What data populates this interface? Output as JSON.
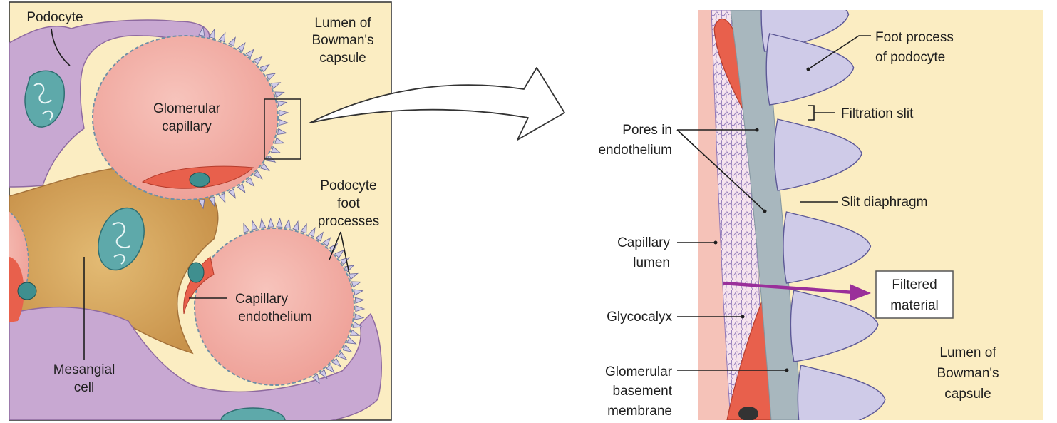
{
  "left_panel": {
    "podocyte": "Podocyte",
    "lumen": [
      "Lumen of",
      "Bowman's",
      "capsule"
    ],
    "glomerular_capillary": [
      "Glomerular",
      "capillary"
    ],
    "podocyte_foot_processes": [
      "Podocyte",
      "foot",
      "processes"
    ],
    "capillary_endothelium": [
      "Capillary",
      "endothelium"
    ],
    "mesangial_cell": [
      "Mesangial",
      "cell"
    ]
  },
  "right_panel": {
    "foot_process": [
      "Foot process",
      "of podocyte"
    ],
    "filtration_slit": "Filtration slit",
    "pores": [
      "Pores in",
      "endothelium"
    ],
    "slit_diaphragm": "Slit diaphragm",
    "capillary_lumen": [
      "Capillary",
      "lumen"
    ],
    "filtered_material": [
      "Filtered",
      "material"
    ],
    "glycocalyx": "Glycocalyx",
    "basement_membrane": [
      "Glomerular",
      "basement",
      "membrane"
    ],
    "lumen": [
      "Lumen of",
      "Bowman's",
      "capsule"
    ]
  },
  "colors": {
    "background": "#fbedc2",
    "capillary": "#f2b3aa",
    "podocyte": "#c8a8d2",
    "mesangium": "#d9a85c",
    "nucleus": "#5ea9aa",
    "endothelial_cell": "#e8604c",
    "basement_membrane": "#a8b7be",
    "foot_process": "#cfcbe8",
    "arrow": "#9a2f9a"
  }
}
